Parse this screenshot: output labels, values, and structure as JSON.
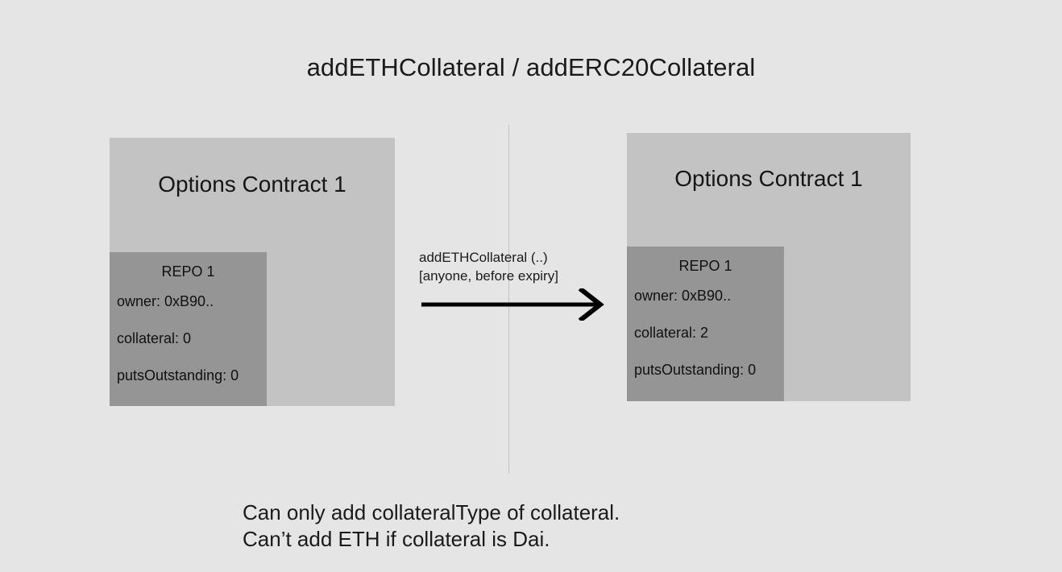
{
  "diagram": {
    "title": "addETHCollateral / addERC20Collateral",
    "background_color": "#e5e5e5",
    "box_color": "#c3c3c3",
    "panel_color": "#959595",
    "divider_color": "#c2c2c2",
    "arrow_color": "#000000"
  },
  "before": {
    "contract_title": "Options Contract 1",
    "repo": {
      "title": "REPO 1",
      "fields": [
        "owner: 0xB90..",
        "collateral: 0",
        "putsOutstanding: 0"
      ]
    }
  },
  "after": {
    "contract_title": "Options Contract 1",
    "repo": {
      "title": "REPO 1",
      "fields": [
        "owner: 0xB90..",
        "collateral: 2",
        "putsOutstanding: 0"
      ]
    }
  },
  "transition": {
    "call": "addETHCollateral (..)",
    "conditions": "[anyone, before expiry]"
  },
  "footnote": {
    "line1": "Can only add collateralType of collateral.",
    "line2": "Can’t add ETH if collateral is Dai."
  }
}
